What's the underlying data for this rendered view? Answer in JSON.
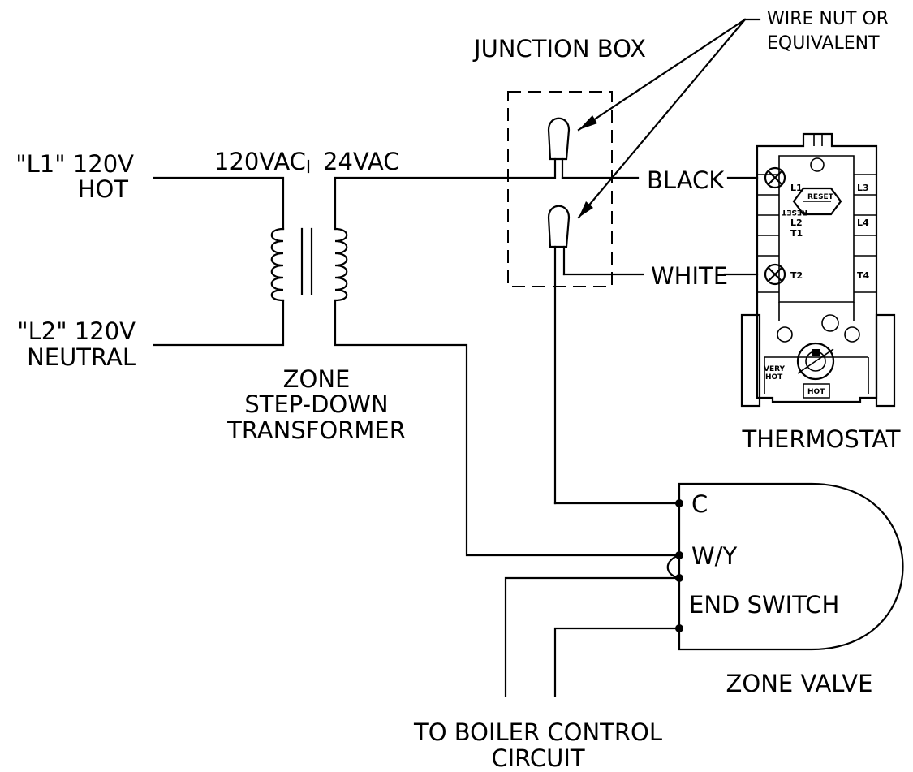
{
  "labels": {
    "l1_line1": "\"L1\" 120V",
    "l1_line2": "HOT",
    "l2_line1": "\"L2\" 120V",
    "l2_line2": "NEUTRAL",
    "primary_voltage": "120VAC",
    "secondary_voltage": "24VAC",
    "transformer_line1": "ZONE",
    "transformer_line2": "STEP-DOWN",
    "transformer_line3": "TRANSFORMER",
    "junction_box": "JUNCTION BOX",
    "wire_nut_line1": "WIRE NUT OR",
    "wire_nut_line2": "EQUIVALENT",
    "black_wire": "BLACK",
    "white_wire": "WHITE",
    "thermostat": "THERMOSTAT",
    "zone_valve": "ZONE VALVE",
    "terminal_c": "C",
    "terminal_wy": "W/Y",
    "terminal_end_switch": "END SWITCH",
    "boiler_line1": "TO BOILER CONTROL",
    "boiler_line2": "CIRCUIT"
  },
  "thermostat_terminals": {
    "l1": "L1",
    "l3": "L3",
    "l2": "L2",
    "t1": "T1",
    "l4": "L4",
    "t2": "T2",
    "t4": "T4",
    "reset": "RESET",
    "reset_mirror": "RESET",
    "very": "VERY",
    "hot_small": "HOT",
    "hot_dial": "HOT"
  }
}
